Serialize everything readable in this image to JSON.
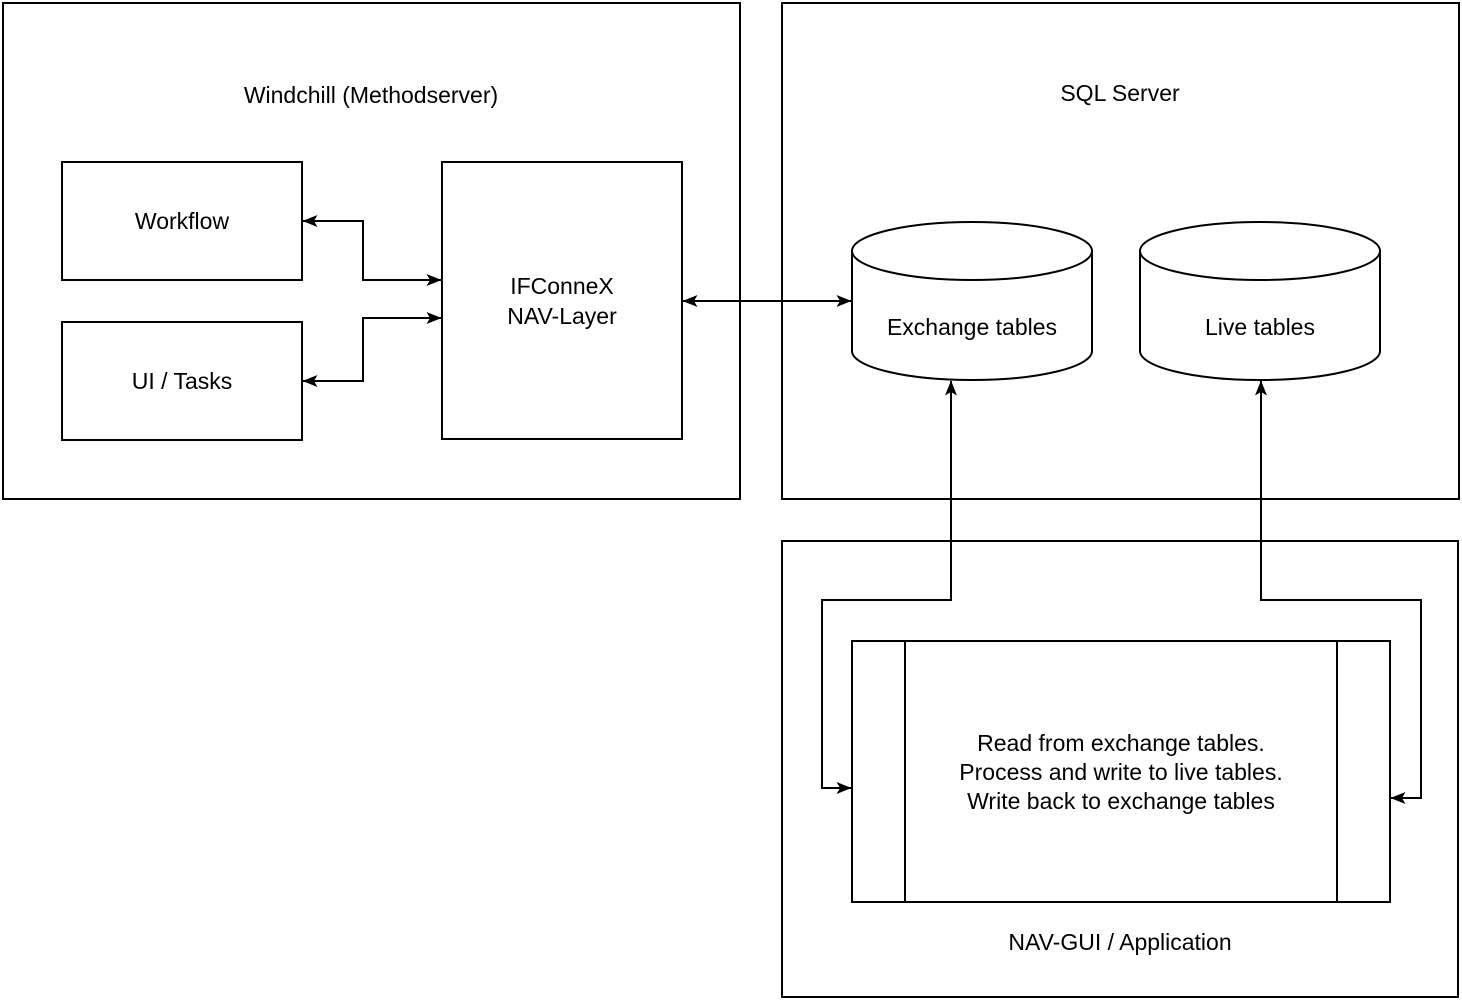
{
  "colors": {
    "stroke": "#000000",
    "fill": "#ffffff",
    "text": "#000000"
  },
  "windchill": {
    "title": "Windchill (Methodserver)",
    "workflow_label": "Workflow",
    "ui_tasks_label": "UI / Tasks",
    "ifconnex_line1": "IFConneX",
    "ifconnex_line2": "NAV-Layer"
  },
  "sql_server": {
    "title": "SQL Server",
    "exchange_label": "Exchange tables",
    "live_label": "Live tables"
  },
  "nav_gui": {
    "title": "NAV-GUI / Application",
    "process_line1": "Read from exchange tables.",
    "process_line2": "Process and write to live tables.",
    "process_line3": "Write back to exchange tables"
  }
}
